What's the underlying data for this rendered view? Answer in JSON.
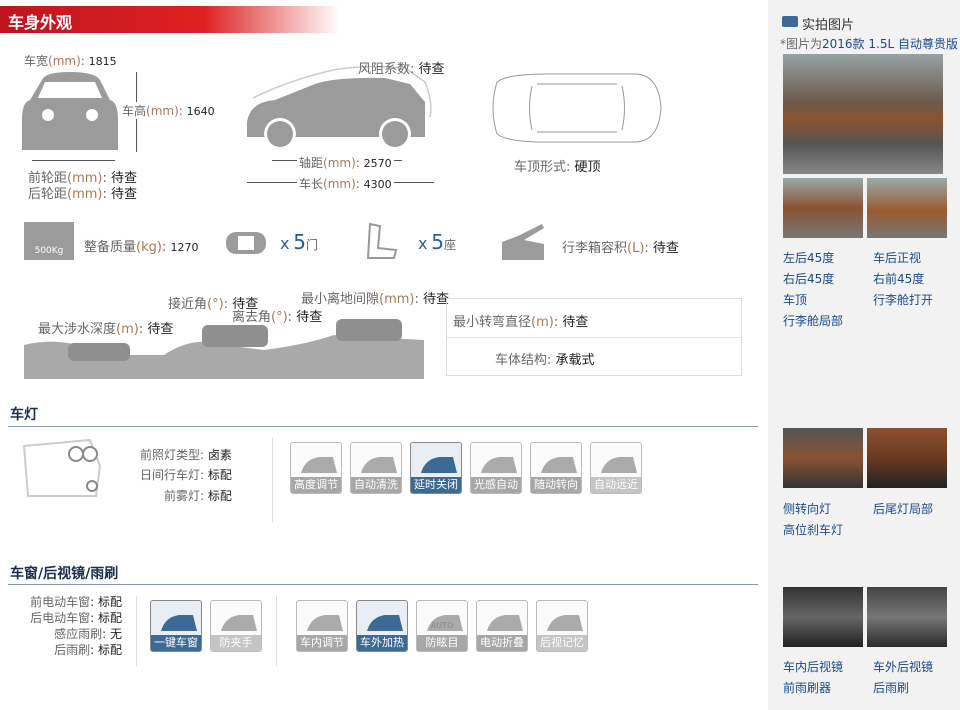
{
  "header": {
    "title": "车身外观"
  },
  "dimensions": {
    "width": {
      "label": "车宽",
      "unit": "(mm)",
      "value": "1815"
    },
    "height": {
      "label": "车高",
      "unit": "(mm)",
      "value": "1640"
    },
    "front_track": {
      "label": "前轮距",
      "unit": "(mm)",
      "value": "待查"
    },
    "rear_track": {
      "label": "后轮距",
      "unit": "(mm)",
      "value": "待查"
    },
    "drag": {
      "label": "风阻系数",
      "value": "待查"
    },
    "wheelbase": {
      "label": "轴距",
      "unit": "(mm)",
      "value": "2570"
    },
    "length": {
      "label": "车长",
      "unit": "(mm)",
      "value": "4300"
    },
    "roof": {
      "label": "车顶形式",
      "value": "硬顶"
    }
  },
  "capacity": {
    "weight": {
      "label": "整备质量",
      "unit": "(kg)",
      "value": "1270",
      "icon_text": "500Kg"
    },
    "doors": {
      "x": "x",
      "count": "5",
      "unit": "门"
    },
    "seats": {
      "x": "x",
      "count": "5",
      "unit": "座"
    },
    "trunk": {
      "label": "行李箱容积",
      "unit": "(L)",
      "value": "待查"
    }
  },
  "offroad": {
    "wading": {
      "label": "最大涉水深度",
      "unit": "(m)",
      "value": "待查"
    },
    "approach": {
      "label": "接近角",
      "unit": "(°)",
      "value": "待查"
    },
    "departure": {
      "label": "离去角",
      "unit": "(°)",
      "value": "待查"
    },
    "clearance": {
      "label": "最小离地间隙",
      "unit": "(mm)",
      "value": "待查"
    },
    "turning": {
      "label": "最小转弯直径",
      "unit": "(m)",
      "value": "待查"
    },
    "structure": {
      "label": "车体结构",
      "value": "承载式"
    }
  },
  "lights": {
    "title": "车灯",
    "headlight": {
      "label": "前照灯类型",
      "value": "卤素"
    },
    "drl": {
      "label": "日间行车灯",
      "value": "标配"
    },
    "fog": {
      "label": "前雾灯",
      "value": "标配"
    },
    "features": [
      {
        "label": "高度调节",
        "state": "off"
      },
      {
        "label": "自动清洗",
        "state": "off"
      },
      {
        "label": "延时关闭",
        "state": "on"
      },
      {
        "label": "光感自动",
        "state": "off"
      },
      {
        "label": "随动转向",
        "state": "off"
      },
      {
        "label": "自动远近",
        "state": "dim"
      }
    ]
  },
  "windows": {
    "title": "车窗/后视镜/雨刷",
    "specs": [
      {
        "label": "前电动车窗",
        "value": "标配"
      },
      {
        "label": "后电动车窗",
        "value": "标配"
      },
      {
        "label": "感应雨刷",
        "value": "无"
      },
      {
        "label": "后雨刷",
        "value": "标配"
      }
    ],
    "window_features": [
      {
        "label": "一键车窗",
        "state": "on"
      },
      {
        "label": "防夹手",
        "state": "dim"
      }
    ],
    "mirror_features": [
      {
        "label": "车内调节",
        "state": "off"
      },
      {
        "label": "车外加热",
        "state": "on"
      },
      {
        "label": "防眩目",
        "state": "off",
        "icon_text": "AUTO"
      },
      {
        "label": "电动折叠",
        "state": "off"
      },
      {
        "label": "后视记忆",
        "state": "dim"
      }
    ]
  },
  "sidebar": {
    "title": "实拍图片",
    "note_prefix": "*图片为",
    "note_model": "2016款 1.5L 自动尊贵版",
    "links1": [
      "左后45度",
      "车后正视",
      "右后45度",
      "右前45度",
      "车顶",
      "行李舱打开",
      "行李舱局部"
    ],
    "links2": [
      "侧转向灯",
      "后尾灯局部",
      "高位刹车灯"
    ],
    "links3": [
      "车内后视镜",
      "车外后视镜",
      "前雨刷器",
      "后雨刷"
    ]
  },
  "colors": {
    "accent": "#c0141d",
    "link": "#1a4a8a",
    "active": "#3d6a94"
  }
}
